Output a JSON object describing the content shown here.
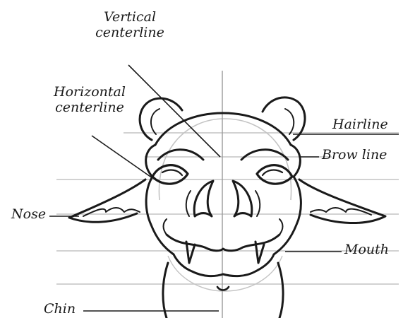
{
  "labels": {
    "vertical_centerline": [
      "Vertical",
      "centerline"
    ],
    "horizontal_centerline": [
      "Horizontal",
      "centerline"
    ],
    "hairline": "Hairline",
    "brow_line": "Brow line",
    "nose": "Nose",
    "mouth": "Mouth",
    "chin": "Chin"
  },
  "colors": {
    "ink": "#1a1a1a",
    "guide": "#b0b0b0",
    "background": "#ffffff"
  }
}
